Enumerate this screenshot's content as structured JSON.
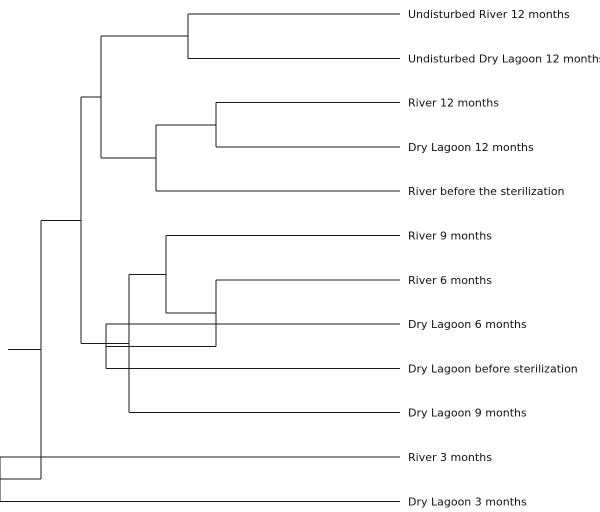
{
  "tree": {
    "line_color": "#1a1a1a",
    "label_color": "#111111",
    "leaves": [
      {
        "id": "undisturbed-river-12",
        "label": "Undisturbed River 12 months"
      },
      {
        "id": "undisturbed-dry-lagoon-12",
        "label": "Undisturbed Dry Lagoon 12 months"
      },
      {
        "id": "river-12",
        "label": "River 12 months"
      },
      {
        "id": "dry-lagoon-12",
        "label": "Dry Lagoon 12 months"
      },
      {
        "id": "river-before-sterilization",
        "label": "River before the sterilization"
      },
      {
        "id": "river-9",
        "label": "River 9 months"
      },
      {
        "id": "river-6",
        "label": "River 6 months"
      },
      {
        "id": "dry-lagoon-6",
        "label": "Dry Lagoon 6 months"
      },
      {
        "id": "dry-lagoon-before-sterilization",
        "label": "Dry Lagoon before sterilization"
      },
      {
        "id": "dry-lagoon-9",
        "label": "Dry Lagoon 9 months"
      },
      {
        "id": "river-3",
        "label": "River 3 months"
      },
      {
        "id": "dry-lagoon-3",
        "label": "Dry Lagoon 3 months"
      }
    ],
    "newick": "((((undisturbed-river-12,undisturbed-dry-lagoon-12),((river-12,dry-lagoon-12),river-before-sterilization)),(((river-9,(river-6,(dry-lagoon-6,dry-lagoon-before-sterilization))),dry-lagoon-9))),(river-3,dry-lagoon-3))"
  }
}
